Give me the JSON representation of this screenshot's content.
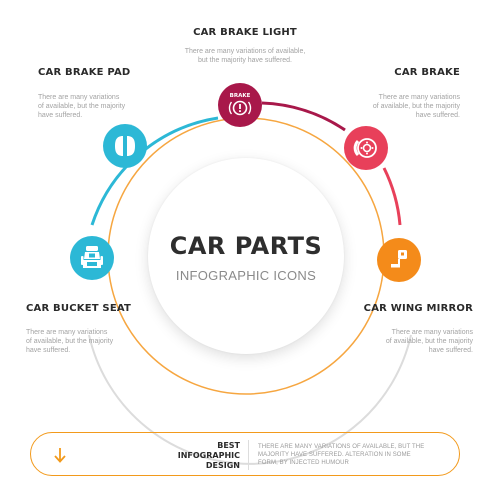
{
  "colors": {
    "teal": "#2cb8d6",
    "orange": "#f48b1a",
    "maroon": "#a8184a",
    "red": "#e8405a",
    "bottom_border": "#f29a1c",
    "outer_ring": "#dcdcdc"
  },
  "center": {
    "title": "CAR PARTS",
    "subtitle": "INFOGRAPHIC ICONS"
  },
  "items": [
    {
      "title": "CAR BRAKE LIGHT",
      "desc": [
        "There are many variations of available,",
        "but the majority have suffered."
      ],
      "icon": "brake-light-icon",
      "icon_label": "BRAKE",
      "color": "#a8184a"
    },
    {
      "title": "CAR BRAKE PAD",
      "desc": [
        "There are many variations",
        "of available, but the majority",
        "have suffered."
      ],
      "icon": "brake-pad-icon",
      "color": "#2cb8d6"
    },
    {
      "title": "CAR BRAKE",
      "desc": [
        "There are many variations",
        "of available, but the majority",
        "have suffered."
      ],
      "icon": "brake-disc-icon",
      "color": "#e8405a"
    },
    {
      "title": "CAR BUCKET SEAT",
      "desc": [
        "There are many variations",
        "of available, but the majority",
        "have suffered."
      ],
      "icon": "bucket-seat-icon",
      "color": "#2cb8d6"
    },
    {
      "title": "CAR WING MIRROR",
      "desc": [
        "There are many variations",
        "of available, but the majority",
        "have suffered."
      ],
      "icon": "wing-mirror-icon",
      "color": "#f48b1a"
    }
  ],
  "bottom": {
    "arrow_icon": "arrow-down-icon",
    "label": [
      "BEST",
      "INFOGRAPHIC",
      "DESIGN"
    ],
    "desc": [
      "THERE ARE MANY VARIATIONS OF AVAILABLE, BUT THE",
      "MAJORITY HAVE SUFFERED. ALTERATION IN SOME",
      "FORM, BY INJECTED HUMOUR"
    ]
  }
}
